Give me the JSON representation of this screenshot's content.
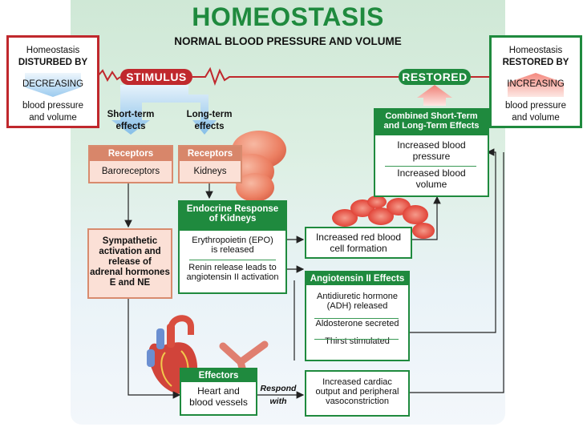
{
  "title": "HOMEOSTASIS",
  "subtitle": "NORMAL BLOOD PRESSURE AND VOLUME",
  "left_box": {
    "line1": "Homeostasis",
    "line2": "DISTURBED BY",
    "line3": "DECREASING",
    "line4": "blood pressure",
    "line5": "and volume"
  },
  "right_box": {
    "line1": "Homeostasis",
    "line2": "RESTORED BY",
    "line3": "INCREASING",
    "line4": "blood pressure",
    "line5": "and volume"
  },
  "stimulus_label": "STIMULUS",
  "restored_label": "RESTORED",
  "short_term": {
    "line1": "Short-term",
    "line2": "effects"
  },
  "long_term": {
    "line1": "Long-term",
    "line2": "effects"
  },
  "receptors_left": {
    "header": "Receptors",
    "body": "Baroreceptors"
  },
  "receptors_right": {
    "header": "Receptors",
    "body": "Kidneys"
  },
  "sympathetic": {
    "line1": "Sympathetic",
    "line2": "activation and",
    "line3": "release of",
    "line4": "adrenal hormones",
    "line5": "E and NE"
  },
  "endocrine": {
    "header1": "Endocrine Response",
    "header2": "of Kidneys",
    "item1_line1": "Erythropoietin (EPO)",
    "item1_line2": "is released",
    "item2_line1": "Renin release leads to",
    "item2_line2": "angiotensin II activation"
  },
  "rbc": {
    "line1": "Increased red blood",
    "line2": "cell formation"
  },
  "angiotensin": {
    "header": "Angiotensin II Effects",
    "item1_line1": "Antidiuretic hormone",
    "item1_line2": "(ADH) released",
    "item2": "Aldosterone secreted",
    "item3": "Thirst stimulated"
  },
  "combined": {
    "header1": "Combined Short-Term",
    "header2": "and Long-Term Effects",
    "item1_line1": "Increased blood",
    "item1_line2": "pressure",
    "item2_line1": "Increased blood",
    "item2_line2": "volume"
  },
  "effectors": {
    "header": "Effectors",
    "line1": "Heart and",
    "line2": "blood vessels"
  },
  "respond": {
    "line1": "Respond",
    "line2": "with"
  },
  "cardiac": {
    "line1": "Increased cardiac",
    "line2": "output and peripheral",
    "line3": "vasoconstriction"
  },
  "colors": {
    "red": "#c0282d",
    "green": "#1f8a3e",
    "orange_header": "#d8866a",
    "orange_fill": "#fbe0d6",
    "arrow_blue": "#8fc3ea",
    "arrow_pink": "#f08a82"
  }
}
